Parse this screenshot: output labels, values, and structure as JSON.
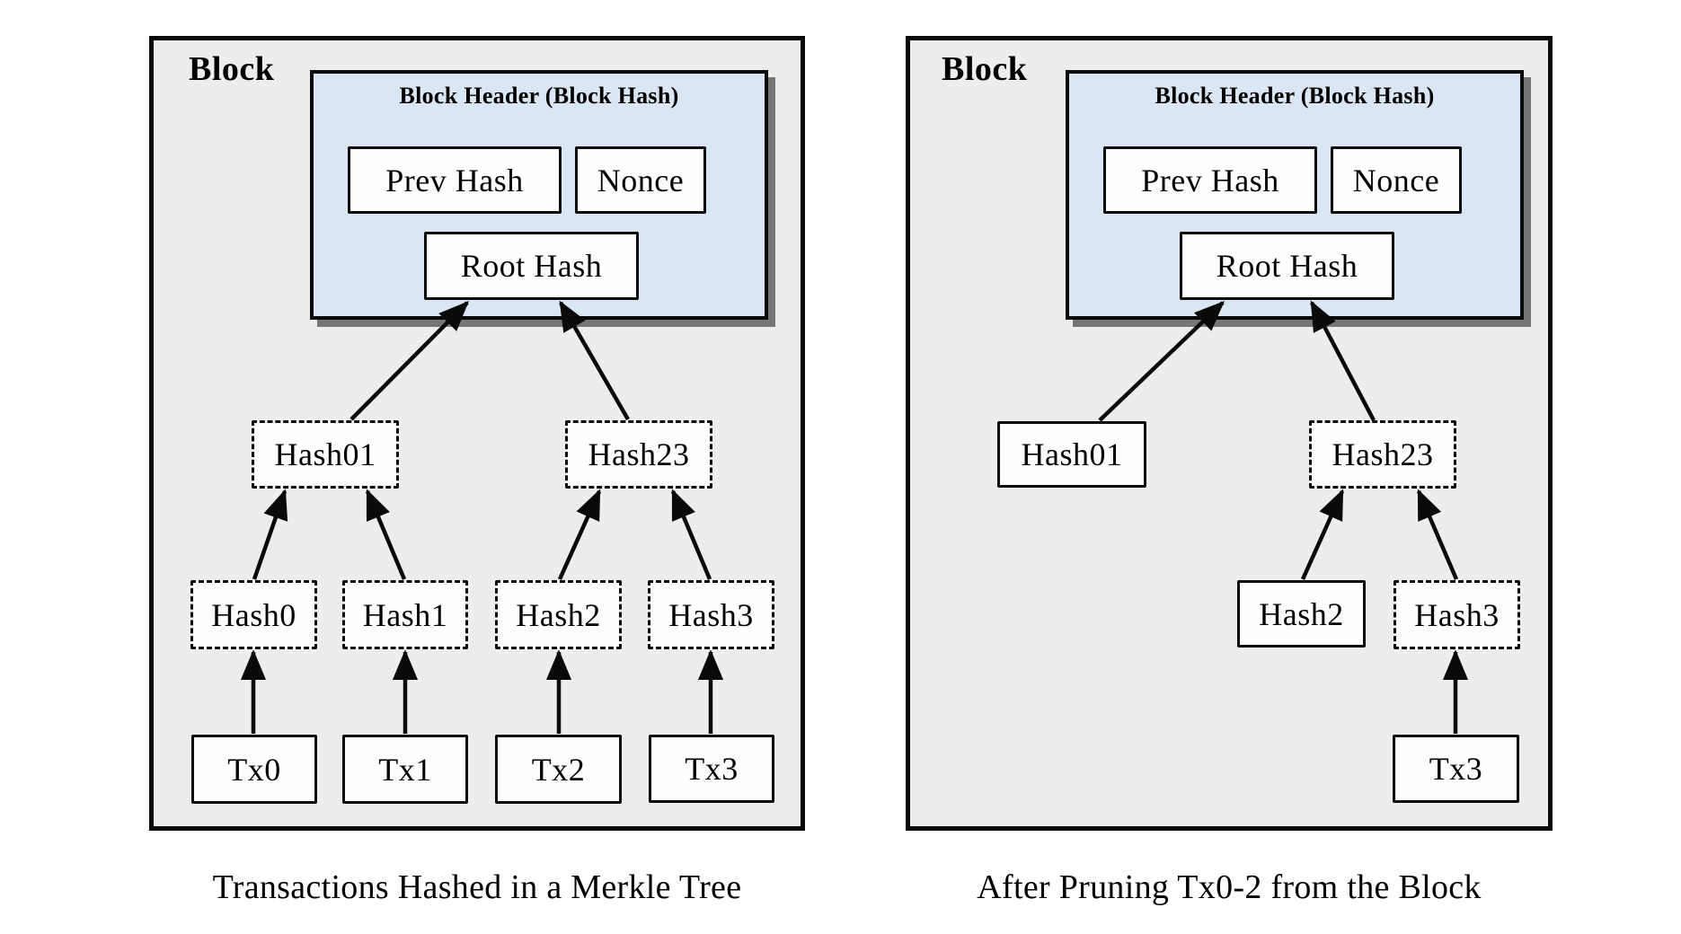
{
  "left": {
    "block_label": "Block",
    "header_title": "Block Header (Block Hash)",
    "prev_hash": "Prev Hash",
    "nonce": "Nonce",
    "root_hash": "Root Hash",
    "hash01": "Hash01",
    "hash23": "Hash23",
    "hash0": "Hash0",
    "hash1": "Hash1",
    "hash2": "Hash2",
    "hash3": "Hash3",
    "tx0": "Tx0",
    "tx1": "Tx1",
    "tx2": "Tx2",
    "tx3": "Tx3",
    "caption": "Transactions Hashed in a Merkle Tree",
    "edges": [
      [
        "Tx0",
        "Hash0"
      ],
      [
        "Tx1",
        "Hash1"
      ],
      [
        "Tx2",
        "Hash2"
      ],
      [
        "Tx3",
        "Hash3"
      ],
      [
        "Hash0",
        "Hash01"
      ],
      [
        "Hash1",
        "Hash01"
      ],
      [
        "Hash2",
        "Hash23"
      ],
      [
        "Hash3",
        "Hash23"
      ],
      [
        "Hash01",
        "Root Hash"
      ],
      [
        "Hash23",
        "Root Hash"
      ]
    ]
  },
  "right": {
    "block_label": "Block",
    "header_title": "Block Header (Block Hash)",
    "prev_hash": "Prev Hash",
    "nonce": "Nonce",
    "root_hash": "Root Hash",
    "hash01": "Hash01",
    "hash23": "Hash23",
    "hash2": "Hash2",
    "hash3": "Hash3",
    "tx3": "Tx3",
    "caption": "After Pruning Tx0-2 from the Block",
    "edges": [
      [
        "Tx3",
        "Hash3"
      ],
      [
        "Hash2",
        "Hash23"
      ],
      [
        "Hash3",
        "Hash23"
      ],
      [
        "Hash01",
        "Root Hash"
      ],
      [
        "Hash23",
        "Root Hash"
      ]
    ]
  },
  "colors": {
    "panel_fill": "#ededed",
    "header_fill": "#dbe6f5",
    "border": "#0a0a0a",
    "shadow": "#767676",
    "node_fill": "#fefefe"
  }
}
